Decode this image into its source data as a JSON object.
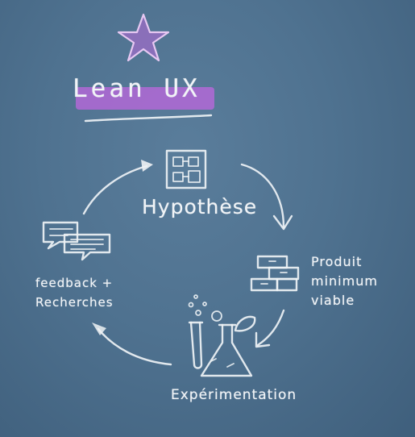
{
  "title": "Lean UX",
  "colors": {
    "chalk": "#eef2f5",
    "highlight": "#b268d6",
    "board": "#4f7290"
  },
  "steps": [
    {
      "icon": "wireframe-icon",
      "label": "Hypothèse"
    },
    {
      "icon": "stacked-boxes-icon",
      "label": "Produit\nminimum\nviable"
    },
    {
      "icon": "lab-flask-icon",
      "label": "Expérimentation"
    },
    {
      "icon": "speech-bubbles-icon",
      "label": "feedback +\nRecherches"
    }
  ]
}
